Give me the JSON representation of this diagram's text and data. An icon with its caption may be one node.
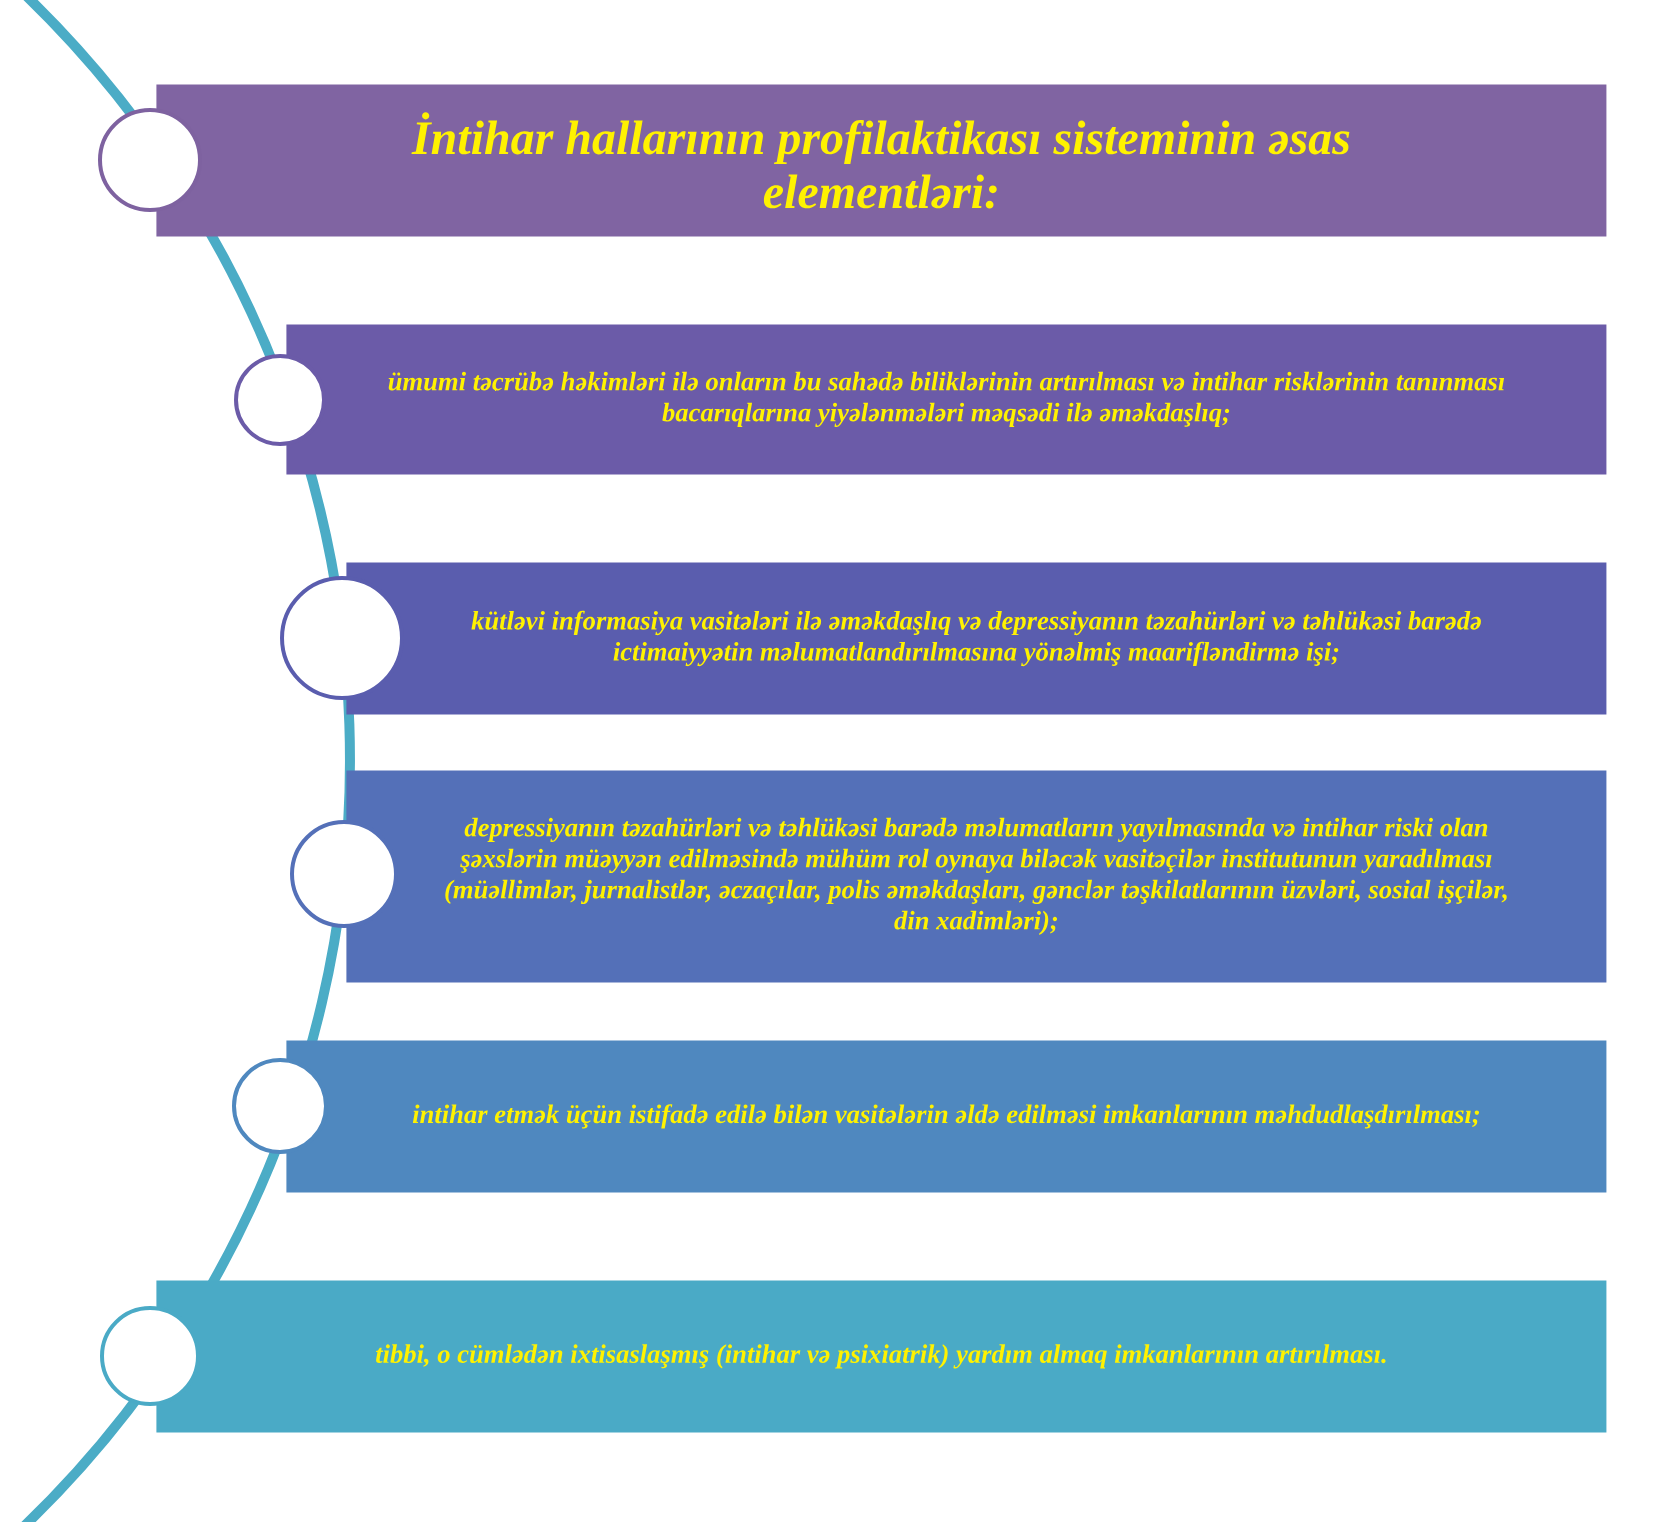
{
  "diagram": {
    "nodes": [
      {
        "text": [
          "İntihar hallarının profilaktikası sisteminin əsas elementləri:"
        ]
      },
      {
        "text": [
          "ümumi təcrübə həkimləri ilə onların bu sahədə biliklərinin artırılması və intihar risklərinin tanınması bacarıqlarına yiyələnmələri məqsədi ilə əməkdaşlıq;"
        ]
      },
      {
        "text": [
          "kütləvi informasiya vasitələri ilə əməkdaşlıq və depressiyanın təzahürləri və təhlükəsi barədə ictimaiyyətin məlumatlandırılmasına yönəlmiş maarifləndirmə işi;"
        ]
      },
      {
        "text": [
          "depressiyanın təzahürləri və təhlükəsi barədə məlumatların yayılmasında və intihar riski olan şəxslərin müəyyən edilməsində mühüm rol oynaya biləcək vasitəçilər institutunun yaradılması (müəllimlər, jurnalistlər, əczaçılar, polis əməkdaşları, gənclər təşkilatlarının üzvləri, sosial işçilər, din xadimləri);"
        ]
      },
      {
        "text": [
          "intihar etmək üçün istifadə edilə bilən vasitələrin əldə edilməsi imkanlarının məhdudlaşdırılması;"
        ]
      },
      {
        "text": [
          "tibbi, o cümlədən ixtisaslaşmış (intihar və psixiatrik) yardım almaq imkanlarının artırılması."
        ]
      }
    ]
  }
}
